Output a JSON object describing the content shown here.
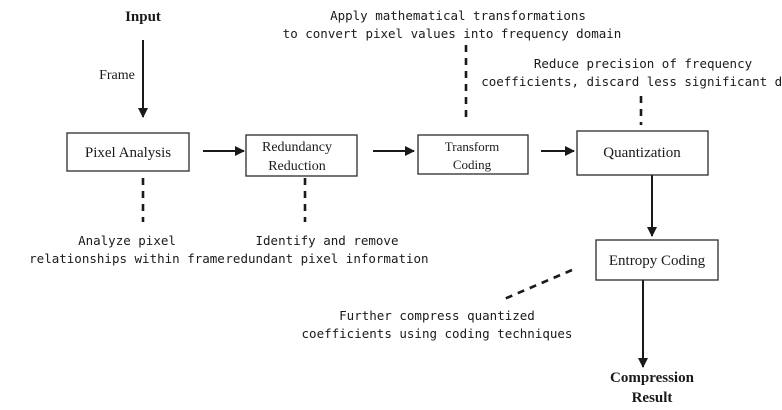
{
  "diagram": {
    "input_label": "Input",
    "frame_label": "Frame",
    "output_label": [
      "Compression",
      "Result"
    ],
    "nodes": {
      "pixel_analysis": [
        "Pixel Analysis"
      ],
      "redundancy_reduction": [
        "Redundancy",
        "Reduction"
      ],
      "transform_coding": [
        "Transform",
        "Coding"
      ],
      "quantization": [
        "Quantization"
      ],
      "entropy_coding": [
        "Entropy Coding"
      ]
    },
    "notes": {
      "pixel_analysis": [
        "Analyze pixel",
        "relationships within frame"
      ],
      "redundancy_reduction": [
        "Identify and remove",
        "redundant pixel information"
      ],
      "transform_coding": [
        "Apply mathematical transformations",
        "to convert pixel values into frequency domain"
      ],
      "quantization": [
        "Reduce precision of frequency",
        "coefficients, discard less significant data"
      ],
      "entropy_coding": [
        "Further compress quantized",
        "coefficients using coding techniques"
      ]
    }
  }
}
